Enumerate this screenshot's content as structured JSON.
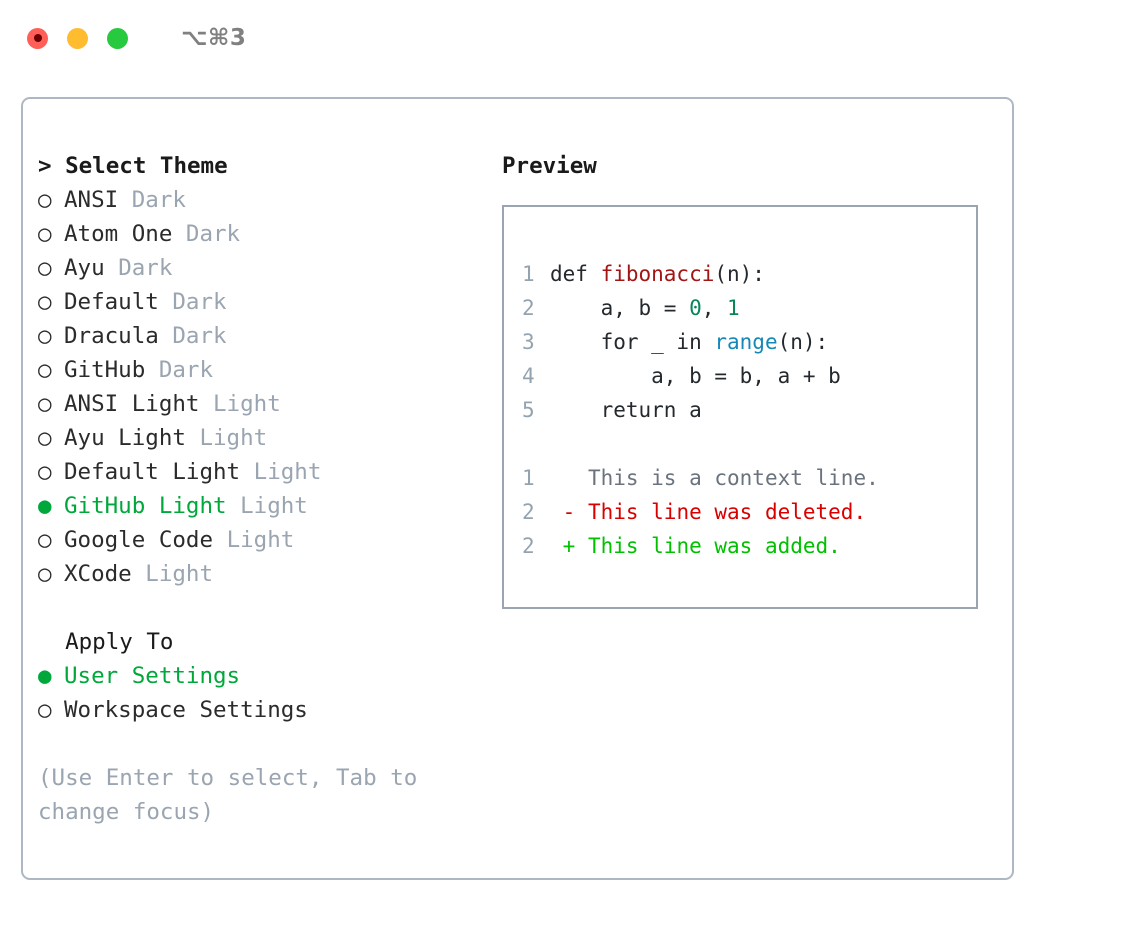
{
  "titlebar": {
    "shortcut": "⌥⌘3",
    "lights": [
      {
        "name": "close-button",
        "color": "#ff5f57"
      },
      {
        "name": "minimize-button",
        "color": "#febc2e"
      },
      {
        "name": "maximize-button",
        "color": "#27c93f"
      }
    ]
  },
  "theme_panel": {
    "prompt": ">",
    "heading": "Select Theme",
    "bullet_unselected": "○",
    "bullet_selected": "●",
    "items": [
      {
        "name": "ANSI",
        "variant": "Dark",
        "selected": false
      },
      {
        "name": "Atom One",
        "variant": "Dark",
        "selected": false
      },
      {
        "name": "Ayu",
        "variant": "Dark",
        "selected": false
      },
      {
        "name": "Default",
        "variant": "Dark",
        "selected": false
      },
      {
        "name": "Dracula",
        "variant": "Dark",
        "selected": false
      },
      {
        "name": "GitHub",
        "variant": "Dark",
        "selected": false
      },
      {
        "name": "ANSI Light",
        "variant": "Light",
        "selected": false
      },
      {
        "name": "Ayu Light",
        "variant": "Light",
        "selected": false
      },
      {
        "name": "Default Light",
        "variant": "Light",
        "selected": false
      },
      {
        "name": "GitHub Light",
        "variant": "Light",
        "selected": true
      },
      {
        "name": "Google Code",
        "variant": "Light",
        "selected": false
      },
      {
        "name": "XCode",
        "variant": "Light",
        "selected": false
      }
    ]
  },
  "apply_to": {
    "heading": "Apply To",
    "options": [
      {
        "label": "User Settings",
        "selected": true
      },
      {
        "label": "Workspace Settings",
        "selected": false
      }
    ]
  },
  "hint": "(Use Enter to select, Tab to change focus)",
  "preview": {
    "heading": "Preview",
    "code": [
      {
        "ln": "1",
        "parts": [
          {
            "t": "def ",
            "c": "plain"
          },
          {
            "t": "fibonacci",
            "c": "fn"
          },
          {
            "t": "(n):",
            "c": "plain"
          }
        ]
      },
      {
        "ln": "2",
        "parts": [
          {
            "t": "    a, b = ",
            "c": "plain"
          },
          {
            "t": "0",
            "c": "num"
          },
          {
            "t": ", ",
            "c": "plain"
          },
          {
            "t": "1",
            "c": "num"
          }
        ]
      },
      {
        "ln": "3",
        "parts": [
          {
            "t": "    for _ in ",
            "c": "plain"
          },
          {
            "t": "range",
            "c": "call"
          },
          {
            "t": "(n):",
            "c": "plain"
          }
        ]
      },
      {
        "ln": "4",
        "parts": [
          {
            "t": "        a, b = b, a + b",
            "c": "plain"
          }
        ]
      },
      {
        "ln": "5",
        "parts": [
          {
            "t": "    return a",
            "c": "plain"
          }
        ]
      }
    ],
    "diff": [
      {
        "ln": "1",
        "marker": " ",
        "text": "This is a context line.",
        "kind": "ctx"
      },
      {
        "ln": "2",
        "marker": "-",
        "text": "This line was deleted.",
        "kind": "del"
      },
      {
        "ln": "2",
        "marker": "+",
        "text": "This line was added.",
        "kind": "add"
      }
    ]
  },
  "colors": {
    "accent_green": "#00a83c",
    "muted": "#9aa5b1",
    "border": "#aeb8c4",
    "preview_border": "#9aa5b1",
    "syntax_function": "#a31515",
    "syntax_number": "#098658",
    "syntax_call": "#1588b8",
    "diff_added": "#00c000",
    "diff_deleted": "#d90000",
    "diff_context": "#6a737d",
    "line_number": "#94a3b0"
  }
}
